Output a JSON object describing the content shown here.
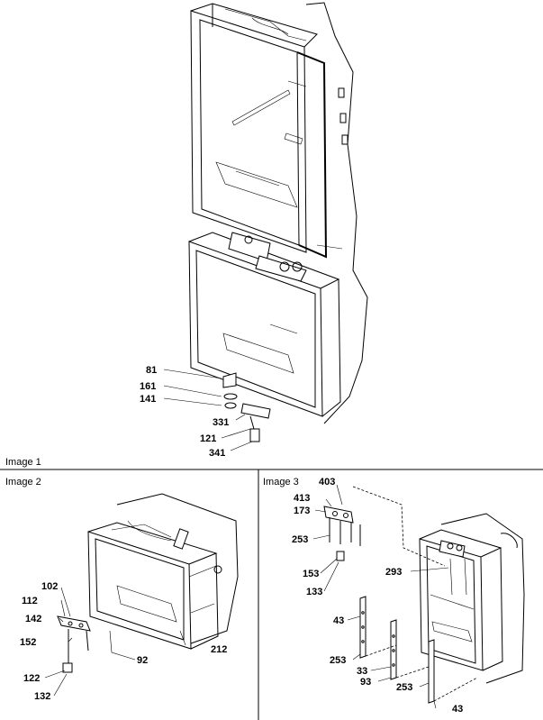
{
  "panels": {
    "image1": {
      "caption": "Image 1"
    },
    "image2": {
      "caption": "Image 2"
    },
    "image3": {
      "caption": "Image 3"
    }
  },
  "callouts": {
    "image1": [
      "81",
      "161",
      "141",
      "331",
      "121",
      "341"
    ],
    "image2": [
      "102",
      "112",
      "142",
      "152",
      "122",
      "132",
      "92",
      "212"
    ],
    "image3": [
      "403",
      "413",
      "173",
      "253",
      "153",
      "133",
      "293",
      "43",
      "253",
      "33",
      "93",
      "253",
      "43"
    ]
  }
}
